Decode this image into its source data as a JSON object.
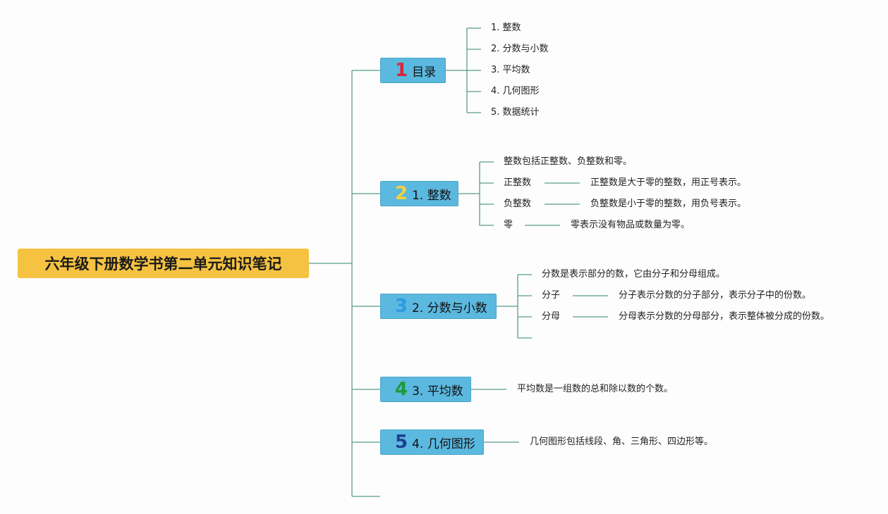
{
  "root": {
    "title": "六年级下册数学书第二单元知识笔记"
  },
  "branches": [
    {
      "num": "1",
      "label": "目录",
      "num_color": "#d9263c",
      "items": [
        "1. 整数",
        "2. 分数与小数",
        "3. 平均数",
        "4. 几何图形",
        "5. 数据统计"
      ]
    },
    {
      "num": "2",
      "label": "1. 整数",
      "num_color": "#f2d33d",
      "intro": "整数包括正整数、负整数和零。",
      "terms": [
        {
          "term": "正整数",
          "def": "正整数是大于零的整数，用正号表示。"
        },
        {
          "term": "负整数",
          "def": "负整数是小于零的整数，用负号表示。"
        },
        {
          "term": "零",
          "def": "零表示没有物品或数量为零。"
        }
      ]
    },
    {
      "num": "3",
      "label": "2. 分数与小数",
      "num_color": "#2a9be0",
      "intro": "分数是表示部分的数，它由分子和分母组成。",
      "terms": [
        {
          "term": "分子",
          "def": "分子表示分数的分子部分，表示分子中的份数。"
        },
        {
          "term": "分母",
          "def": "分母表示分数的分母部分，表示整体被分成的份数。"
        }
      ]
    },
    {
      "num": "4",
      "label": "3. 平均数",
      "num_color": "#1f9a3a",
      "text": "平均数是一组数的总和除以数的个数。"
    },
    {
      "num": "5",
      "label": "4. 几何图形",
      "num_color": "#1c3f94",
      "text": "几何图形包括线段、角、三角形、四边形等。"
    }
  ],
  "colors": {
    "line": "#5a9c8c",
    "root_bg": "#f5c242",
    "branch_bg": "#5bb8df"
  }
}
